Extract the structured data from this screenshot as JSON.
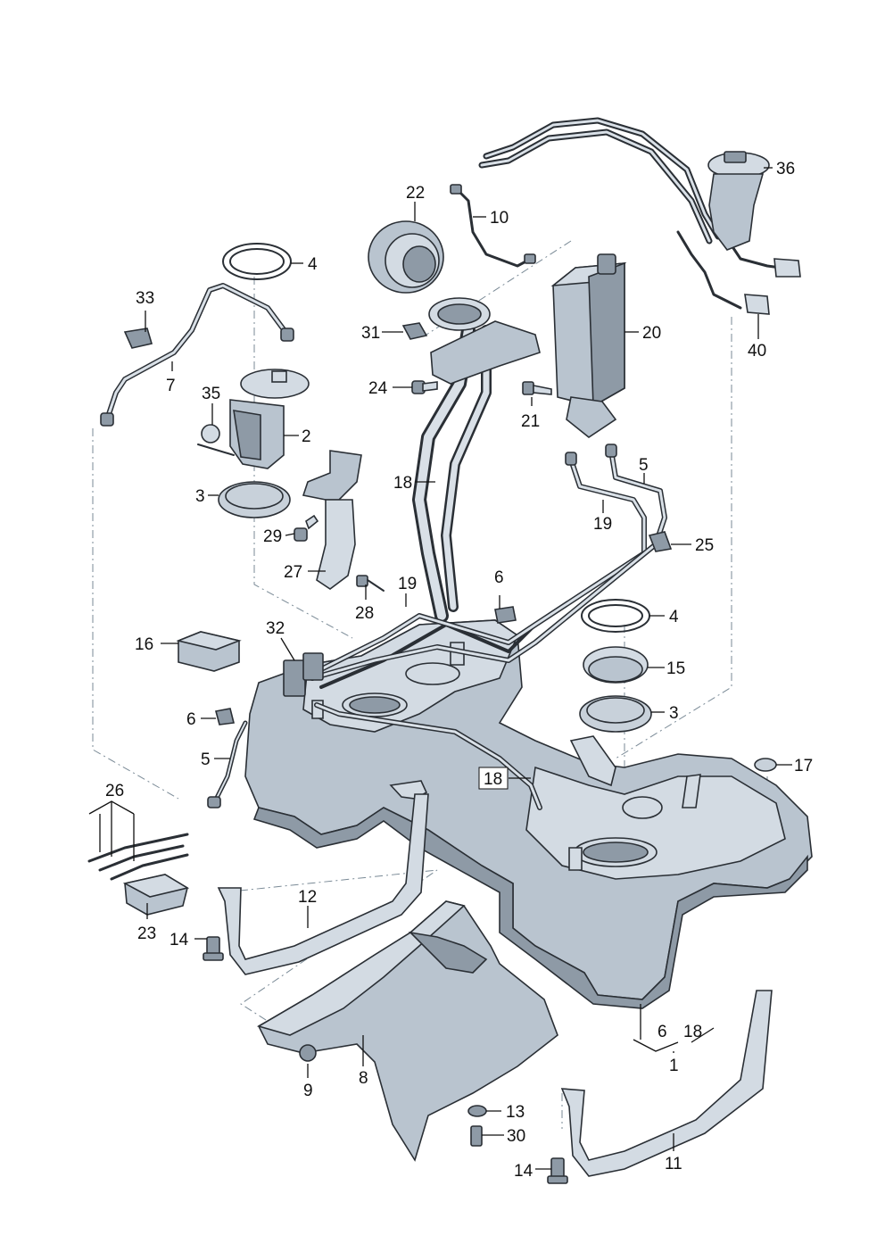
{
  "labels": {
    "p1": "1",
    "p2": "2",
    "p3a": "3",
    "p3b": "3",
    "p4a": "4",
    "p4b": "4",
    "p5a": "5",
    "p5b": "5",
    "p6a": "6",
    "p6b": "6",
    "p6c": "6",
    "p7": "7",
    "p8": "8",
    "p9": "9",
    "p10": "10",
    "p11": "11",
    "p12": "12",
    "p13": "13",
    "p14a": "14",
    "p14b": "14",
    "p15": "15",
    "p16": "16",
    "p17": "17",
    "p18a": "18",
    "p18b": "18",
    "p18c": "18",
    "p19a": "19",
    "p19b": "19",
    "p20": "20",
    "p21": "21",
    "p22": "22",
    "p23": "23",
    "p24": "24",
    "p25": "25",
    "p26": "26",
    "p27": "27",
    "p28": "28",
    "p29": "29",
    "p30": "30",
    "p31": "31",
    "p32": "32",
    "p33": "33",
    "p35": "35",
    "p36": "36",
    "p40": "40"
  }
}
